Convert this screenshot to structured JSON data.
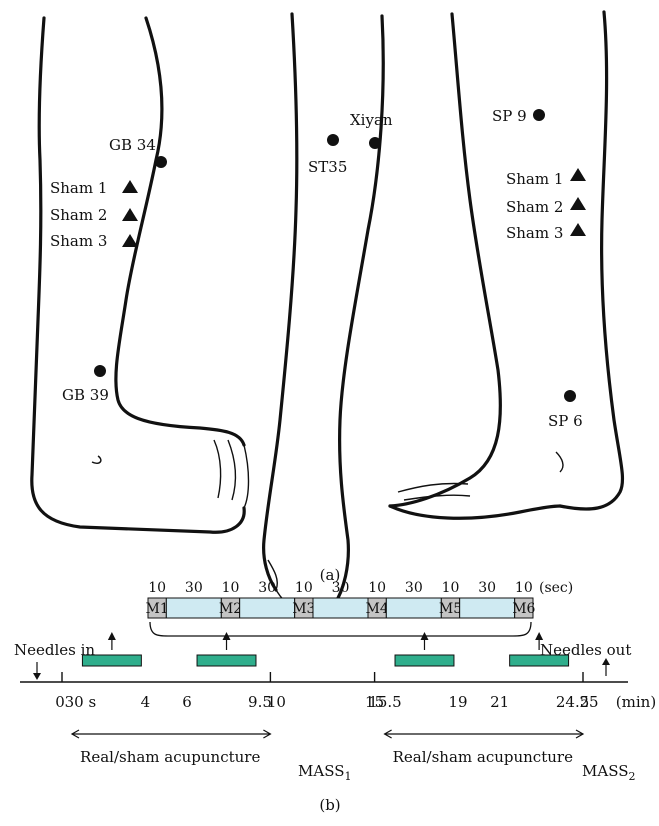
{
  "figure_a": {
    "caption": "(a)",
    "left_leg": {
      "points": {
        "gb34": "GB 34",
        "gb39": "GB 39"
      },
      "shams": [
        "Sham 1",
        "Sham 2",
        "Sham 3"
      ]
    },
    "middle_leg": {
      "points": {
        "st35": "ST35",
        "xiyan": "Xiyan"
      }
    },
    "right_leg": {
      "points": {
        "sp9": "SP 9",
        "sp6": "SP 6"
      },
      "shams": [
        "Sham 1",
        "Sham 2",
        "Sham 3"
      ]
    }
  },
  "figure_b": {
    "caption": "(b)",
    "needles_in": "Needles in",
    "needles_out": "Needles out",
    "unit_sec": "(sec)",
    "unit_min": "(min)",
    "segment_seconds": [
      "10",
      "30",
      "10",
      "30",
      "10",
      "30",
      "10",
      "30",
      "10",
      "30",
      "10"
    ],
    "segments": [
      "M1",
      "M2",
      "M3",
      "M4",
      "M5",
      "M6"
    ],
    "ticks": [
      {
        "label": "0",
        "value": 0
      },
      {
        "label": "30 s",
        "value": 0.5
      },
      {
        "label": "4",
        "value": 4
      },
      {
        "label": "6",
        "value": 6
      },
      {
        "label": "9.5",
        "value": 9.5
      },
      {
        "label": "10",
        "value": 10
      },
      {
        "label": "15",
        "value": 15
      },
      {
        "label": "15.5",
        "value": 15.5
      },
      {
        "label": "19",
        "value": 19
      },
      {
        "label": "21",
        "value": 21
      },
      {
        "label": "24.5",
        "value": 24.5
      },
      {
        "label": "25",
        "value": 25
      }
    ],
    "stim_bars": [
      [
        0.5,
        4
      ],
      [
        6,
        9.5
      ],
      [
        15.5,
        19
      ],
      [
        21,
        24.5
      ]
    ],
    "period_label_1": "Real/sham acupuncture",
    "period_label_2": "Real/sham acupuncture",
    "mass_1": "MASS",
    "mass_1_sub": "1",
    "mass_2": "MASS",
    "mass_2_sub": "2",
    "colors": {
      "stim_bar": "#2fae8c",
      "segment_gray": "#c4c4c4",
      "segment_blue": "#cfeaf2"
    }
  }
}
